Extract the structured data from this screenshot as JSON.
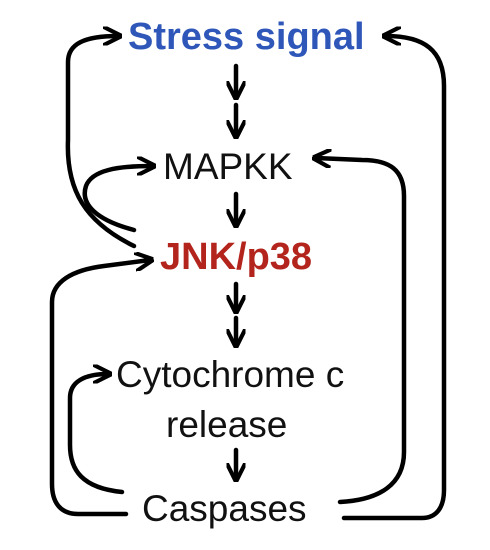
{
  "nodes": {
    "stress_signal": "Stress signal",
    "mapkk": "MAPKK",
    "jnk_p38": "JNK/p38",
    "cytochrome_line1": "Cytochrome c",
    "cytochrome_line2": "release",
    "caspases": "Caspases"
  },
  "colors": {
    "stress_signal": "#2f57b9",
    "jnk_p38": "#b3241d",
    "text": "#111111",
    "arrow": "#000000"
  }
}
